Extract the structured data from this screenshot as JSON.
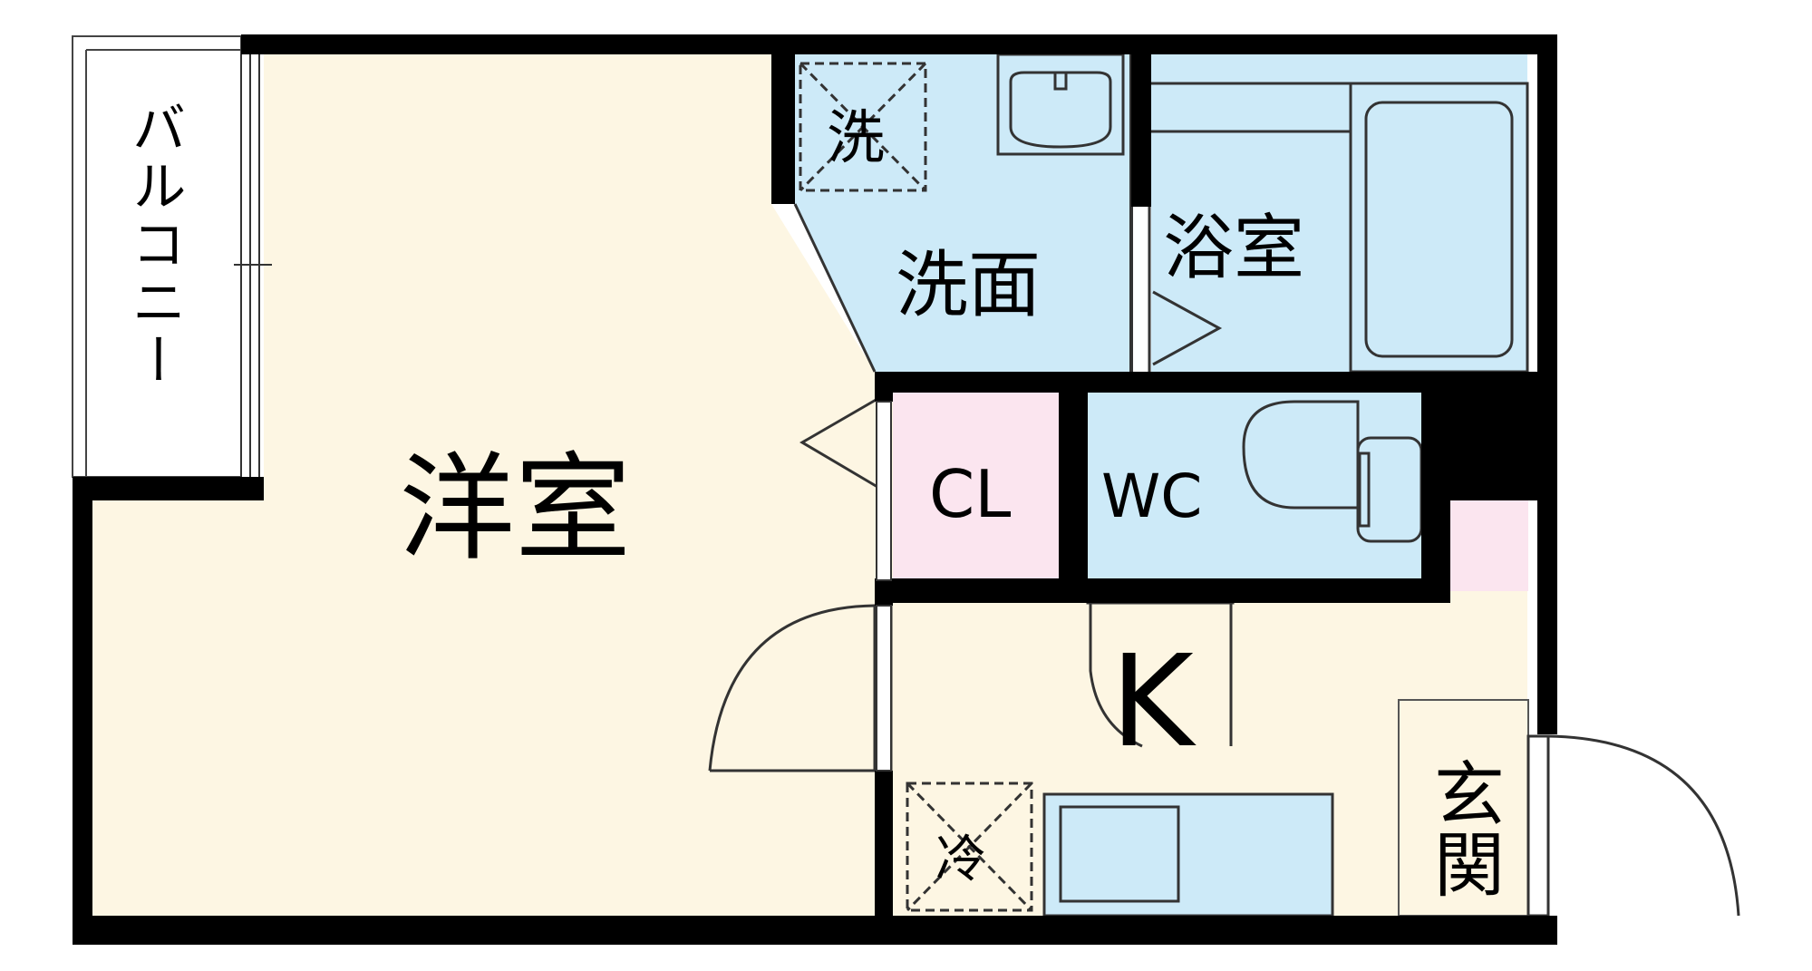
{
  "rooms": {
    "balcony": "バルコニー",
    "western_room": "洋室",
    "washroom": "洗面",
    "washer": "洗",
    "bathroom": "浴室",
    "closet": "CL",
    "toilet": "WC",
    "kitchen": "K",
    "fridge": "冷",
    "entrance": "玄関"
  },
  "colors": {
    "wall": "#000000",
    "western_floor": "#fdf6e3",
    "wet_area": "#cdeaf8",
    "closet_floor": "#fbe5ef",
    "outline": "#333333"
  }
}
